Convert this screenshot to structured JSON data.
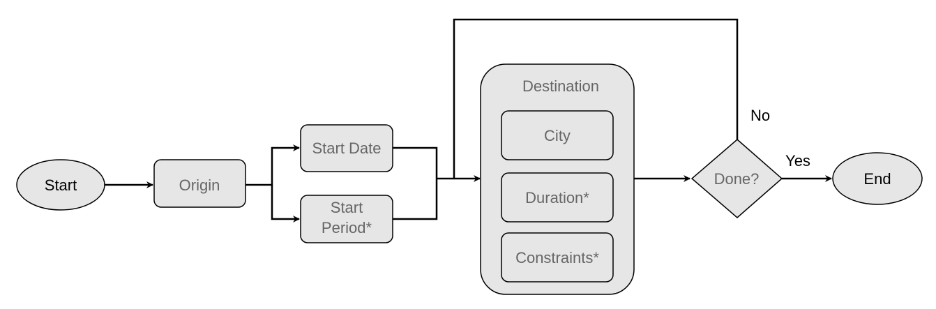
{
  "nodes": {
    "start": "Start",
    "origin": "Origin",
    "start_date": "Start Date",
    "start_period_line1": "Start",
    "start_period_line2": "Period*",
    "destination": "Destination",
    "city": "City",
    "duration": "Duration*",
    "constraints": "Constraints*",
    "done": "Done?",
    "end": "End"
  },
  "edge_labels": {
    "no": "No",
    "yes": "Yes"
  },
  "colors": {
    "node_fill": "#e6e6e6",
    "node_stroke": "#000000",
    "muted_text": "#666666",
    "dark_text": "#000000",
    "edge": "#000000"
  }
}
